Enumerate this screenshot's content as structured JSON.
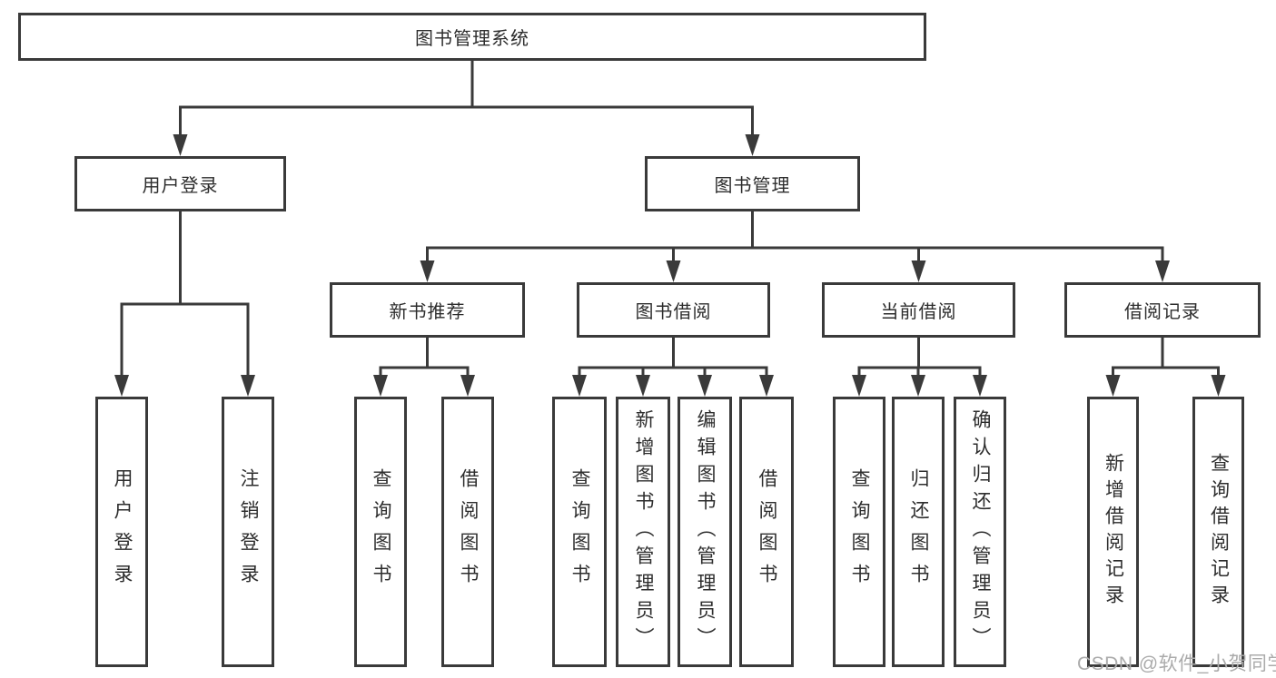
{
  "diagram_type": "hierarchy-tree",
  "colors": {
    "line": "#3a3a3a",
    "box_border": "#3a3a3a",
    "text": "#2d2d2d",
    "background": "#ffffff",
    "watermark": "#ababab"
  },
  "tree": {
    "label": "图书管理系统",
    "children": [
      {
        "label": "用户登录",
        "children": [
          {
            "label": "用户登录"
          },
          {
            "label": "注销登录"
          }
        ]
      },
      {
        "label": "图书管理",
        "children": [
          {
            "label": "新书推荐",
            "children": [
              {
                "label": "查询图书"
              },
              {
                "label": "借阅图书"
              }
            ]
          },
          {
            "label": "图书借阅",
            "children": [
              {
                "label": "查询图书"
              },
              {
                "label": "新增图书（管理员）"
              },
              {
                "label": "编辑图书（管理员）"
              },
              {
                "label": "借阅图书"
              }
            ]
          },
          {
            "label": "当前借阅",
            "children": [
              {
                "label": "查询图书"
              },
              {
                "label": "归还图书"
              },
              {
                "label": "确认归还（管理员）"
              }
            ]
          },
          {
            "label": "借阅记录",
            "children": [
              {
                "label": "新增借阅记录"
              },
              {
                "label": "查询借阅记录"
              }
            ]
          }
        ]
      }
    ]
  },
  "watermark": "CSDN @软件_小贺同学"
}
